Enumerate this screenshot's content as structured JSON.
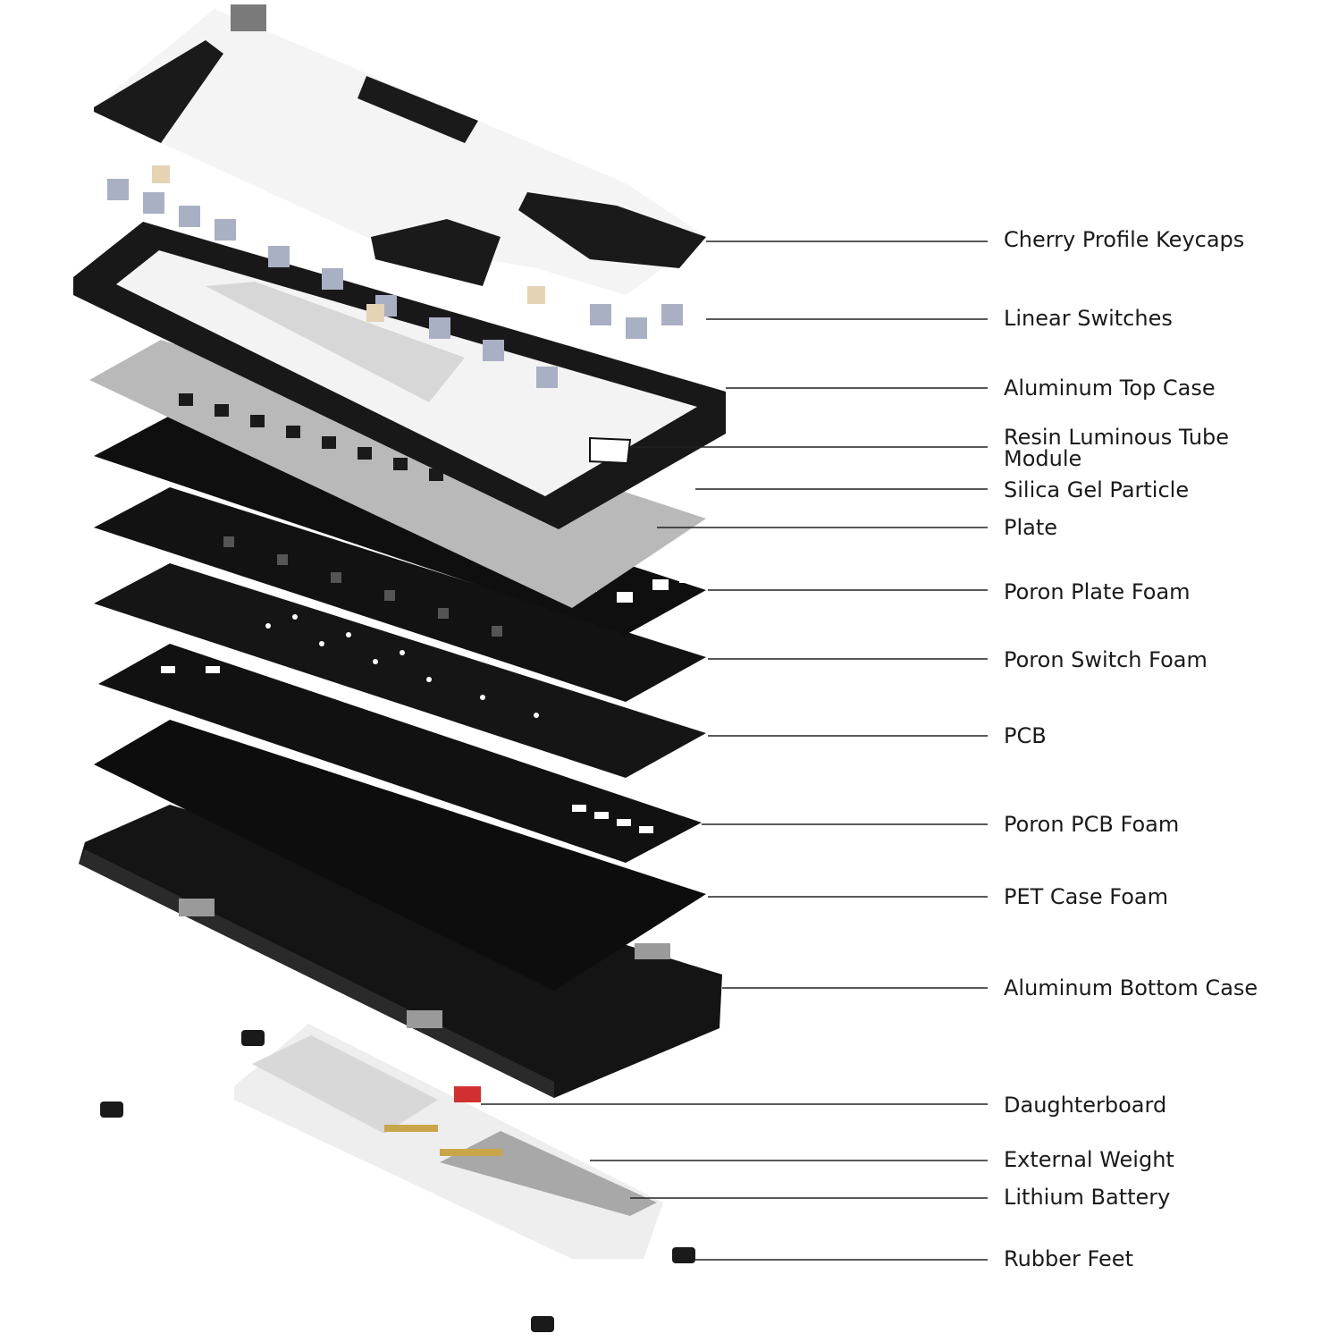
{
  "diagram": {
    "labels": [
      {
        "text": "Cherry Profile Keycaps"
      },
      {
        "text": "Linear Switches"
      },
      {
        "text": "Aluminum Top Case"
      },
      {
        "text": "Resin Luminous Tube",
        "text2": "Module"
      },
      {
        "text": "Silica Gel Particle"
      },
      {
        "text": "Plate"
      },
      {
        "text": "Poron Plate Foam"
      },
      {
        "text": "Poron Switch Foam"
      },
      {
        "text": "PCB"
      },
      {
        "text": "Poron PCB Foam"
      },
      {
        "text": "PET Case Foam"
      },
      {
        "text": "Aluminum Bottom Case"
      },
      {
        "text": "Daughterboard"
      },
      {
        "text": "External Weight"
      },
      {
        "text": "Lithium Battery"
      },
      {
        "text": "Rubber Feet"
      }
    ],
    "colors": {
      "leader_line": "#222222",
      "case": "#141414",
      "foam": "#101010",
      "plate": "#b9b9b9",
      "keycap_white": "#f4f4f4",
      "keycap_black": "#1a1a1a",
      "switch": "#aab0c4",
      "weight": "#d8d8d8",
      "battery": "#a8a8a8",
      "accent_red": "#d23030"
    }
  }
}
